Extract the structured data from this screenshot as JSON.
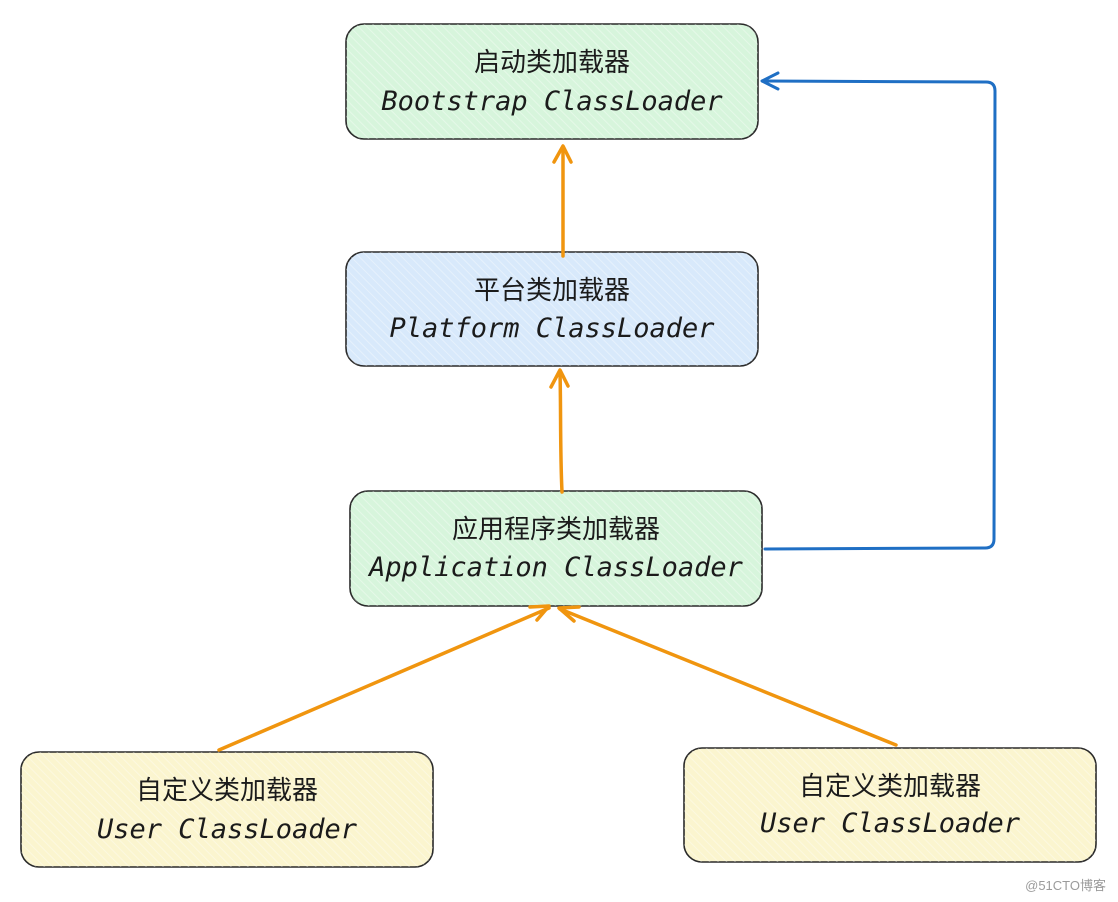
{
  "nodes": {
    "bootstrap": {
      "title": "启动类加载器",
      "subtitle": "Bootstrap ClassLoader",
      "fill": "#d7f5dc"
    },
    "platform": {
      "title": "平台类加载器",
      "subtitle": "Platform ClassLoader",
      "fill": "#d8e9fb"
    },
    "application": {
      "title": "应用程序类加载器",
      "subtitle": "Application ClassLoader",
      "fill": "#d7f5dc"
    },
    "user_left": {
      "title": "自定义类加载器",
      "subtitle": "User ClassLoader",
      "fill": "#fbf5cf"
    },
    "user_right": {
      "title": "自定义类加载器",
      "subtitle": "User ClassLoader",
      "fill": "#fbf5cf"
    }
  },
  "colors": {
    "orange_arrow": "#f0950f",
    "blue_arrow": "#1f6fc4",
    "border": "#2a2a2a"
  },
  "watermark": "@51CTO博客"
}
